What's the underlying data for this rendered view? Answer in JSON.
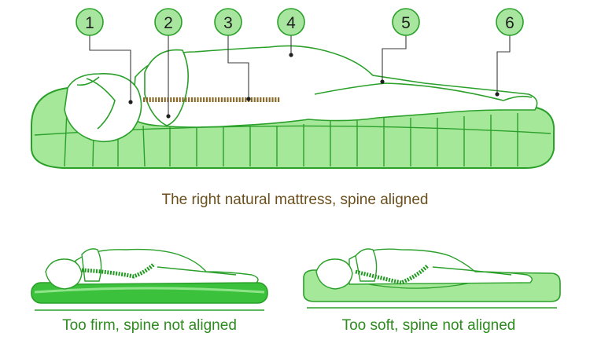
{
  "figure": {
    "callouts": [
      "1",
      "2",
      "3",
      "4",
      "5",
      "6"
    ],
    "captions": {
      "main": "The right natural mattress, spine aligned",
      "firm": "Too firm, spine not aligned",
      "soft": "Too soft, spine not aligned"
    },
    "colors": {
      "outline": "#2aa02a",
      "mattress_fill": "#a6e89a",
      "badge_fill": "#a8e6a0",
      "spine": "#8a6a2a",
      "caption_main": "#6b4f1d",
      "caption_sub": "#2e8b1f"
    }
  }
}
